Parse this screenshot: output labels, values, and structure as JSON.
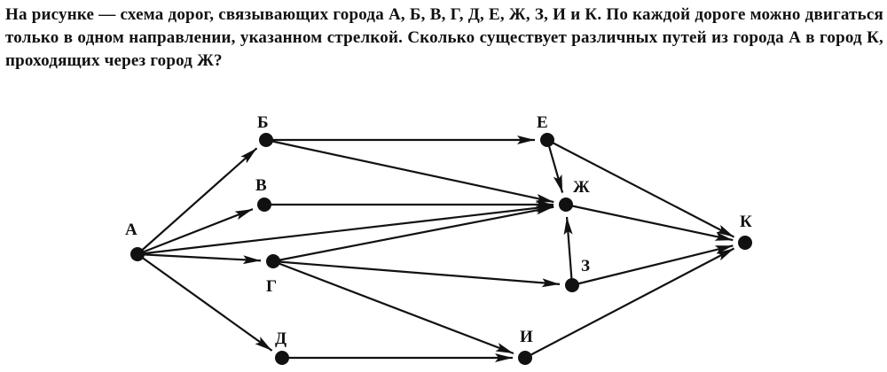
{
  "problem": {
    "text": "На рисунке — схема дорог, связывающих города А, Б, В, Г, Д, Е, Ж, З, И и К. По каждой дороге можно двигаться только в одном направлении, указанном стрелкой. Сколько существует различных путей из города А в город К, проходящих через город Ж?"
  },
  "graph": {
    "nodes": [
      {
        "id": "A",
        "label": "А"
      },
      {
        "id": "B",
        "label": "Б"
      },
      {
        "id": "V",
        "label": "В"
      },
      {
        "id": "G",
        "label": "Г"
      },
      {
        "id": "D",
        "label": "Д"
      },
      {
        "id": "E",
        "label": "Е"
      },
      {
        "id": "Zh",
        "label": "Ж"
      },
      {
        "id": "Z",
        "label": "З"
      },
      {
        "id": "I",
        "label": "И"
      },
      {
        "id": "K",
        "label": "К"
      }
    ],
    "edges": [
      [
        "A",
        "B"
      ],
      [
        "A",
        "V"
      ],
      [
        "A",
        "Zh"
      ],
      [
        "A",
        "G"
      ],
      [
        "A",
        "D"
      ],
      [
        "B",
        "E"
      ],
      [
        "B",
        "Zh"
      ],
      [
        "V",
        "Zh"
      ],
      [
        "G",
        "Zh"
      ],
      [
        "G",
        "Z"
      ],
      [
        "G",
        "I"
      ],
      [
        "D",
        "I"
      ],
      [
        "E",
        "Zh"
      ],
      [
        "E",
        "K"
      ],
      [
        "Zh",
        "K"
      ],
      [
        "Z",
        "Zh"
      ],
      [
        "Z",
        "K"
      ],
      [
        "I",
        "K"
      ]
    ]
  }
}
